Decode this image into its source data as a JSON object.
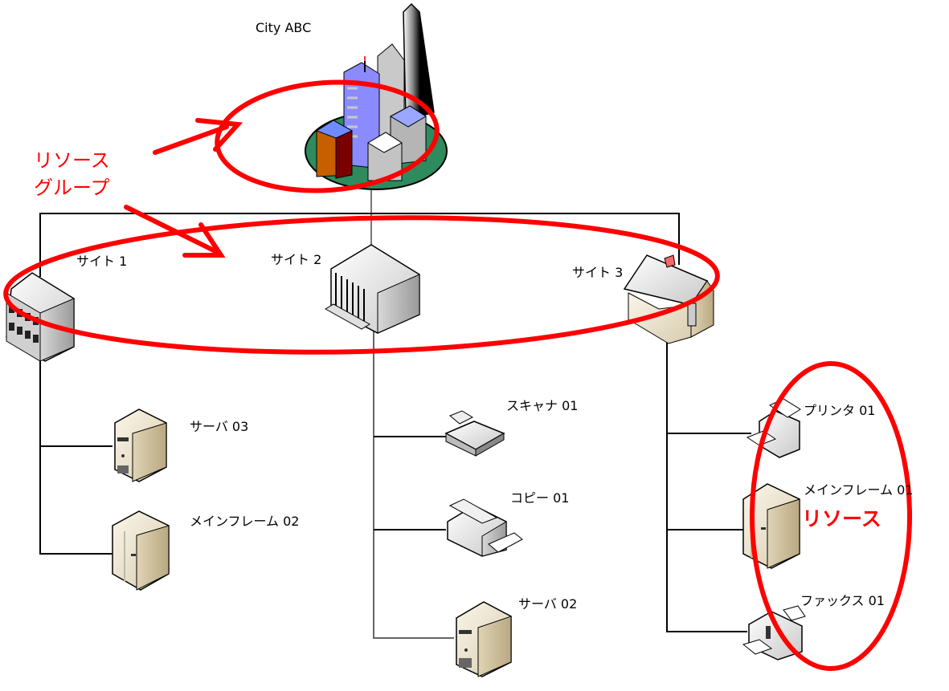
{
  "diagram": {
    "root": {
      "label": "City ABC",
      "icon": "city-icon"
    },
    "sites": [
      {
        "label": "サイト 1",
        "icon": "office-building-icon"
      },
      {
        "label": "サイト 2",
        "icon": "store-building-icon"
      },
      {
        "label": "サイト 3",
        "icon": "house-icon"
      }
    ],
    "resources": {
      "site1": [
        {
          "label": "サーバ 03",
          "icon": "server-icon"
        },
        {
          "label": "メインフレーム 02",
          "icon": "mainframe-icon"
        }
      ],
      "site2": [
        {
          "label": "スキャナ 01",
          "icon": "scanner-icon"
        },
        {
          "label": "コピー 01",
          "icon": "copier-icon"
        },
        {
          "label": "サーバ 02",
          "icon": "server-icon"
        }
      ],
      "site3": [
        {
          "label": "プリンタ 01",
          "icon": "printer-icon"
        },
        {
          "label": "メインフレーム 01",
          "icon": "mainframe-icon"
        },
        {
          "label": "ファックス 01",
          "icon": "fax-icon"
        }
      ]
    },
    "annotations": {
      "resource_group_line1": "リソース",
      "resource_group_line2": "グループ",
      "resource": "リソース",
      "color": "#ff0000"
    }
  }
}
